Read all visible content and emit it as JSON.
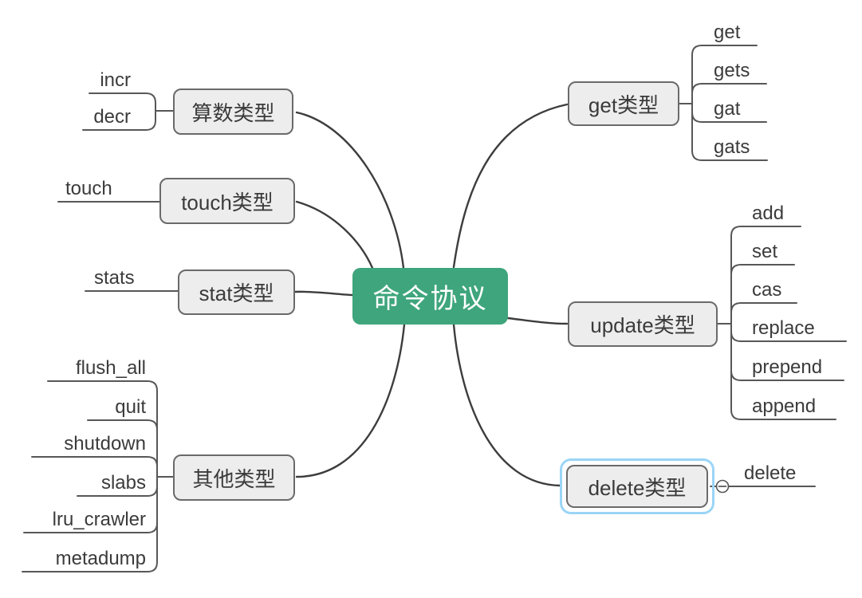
{
  "central": {
    "label": "命令协议"
  },
  "branches": [
    {
      "label": "算数类型",
      "children": [
        "incr",
        "decr"
      ]
    },
    {
      "label": "touch类型",
      "children": [
        "touch"
      ]
    },
    {
      "label": "stat类型",
      "children": [
        "stats"
      ]
    },
    {
      "label": "其他类型",
      "children": [
        "flush_all",
        "quit",
        "shutdown",
        "slabs",
        "lru_crawler",
        "metadump"
      ]
    },
    {
      "label": "get类型",
      "children": [
        "get",
        "gets",
        "gat",
        "gats"
      ]
    },
    {
      "label": "update类型",
      "children": [
        "add",
        "set",
        "cas",
        "replace",
        "prepend",
        "append"
      ]
    },
    {
      "label": "delete类型",
      "children": [
        "delete"
      ],
      "selected": true,
      "toggle_icon": "minus-collapse-icon"
    }
  ],
  "colors": {
    "central_bg": "#3EA57C",
    "node_bg": "#EDEDED",
    "node_border": "#6A6A6A",
    "line": "#3D3D3D",
    "twig": "#575757",
    "selection": "#9BD5F6",
    "text": "#3B3B3B"
  }
}
